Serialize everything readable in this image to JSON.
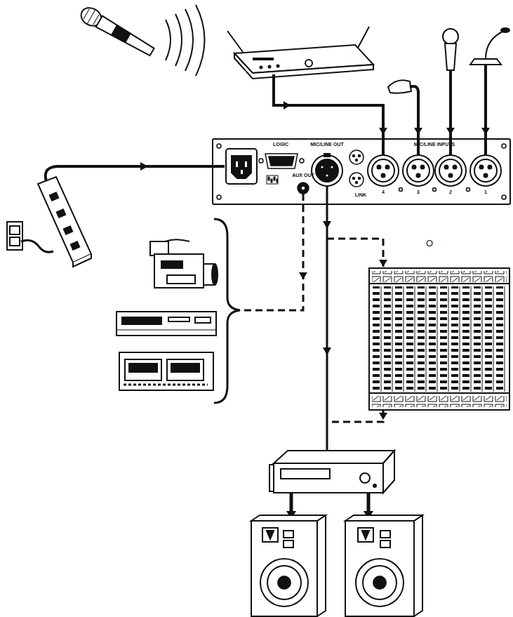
{
  "diagram": {
    "nodes": [
      {
        "text": [
          "LOGIC",
          "MIC/LINE OUT",
          "AUX OUT",
          "LINK",
          "MIC/LINE INPUTS",
          "4",
          "3",
          "2",
          "1"
        ]
      }
    ],
    "labels": [
      "O"
    ]
  }
}
